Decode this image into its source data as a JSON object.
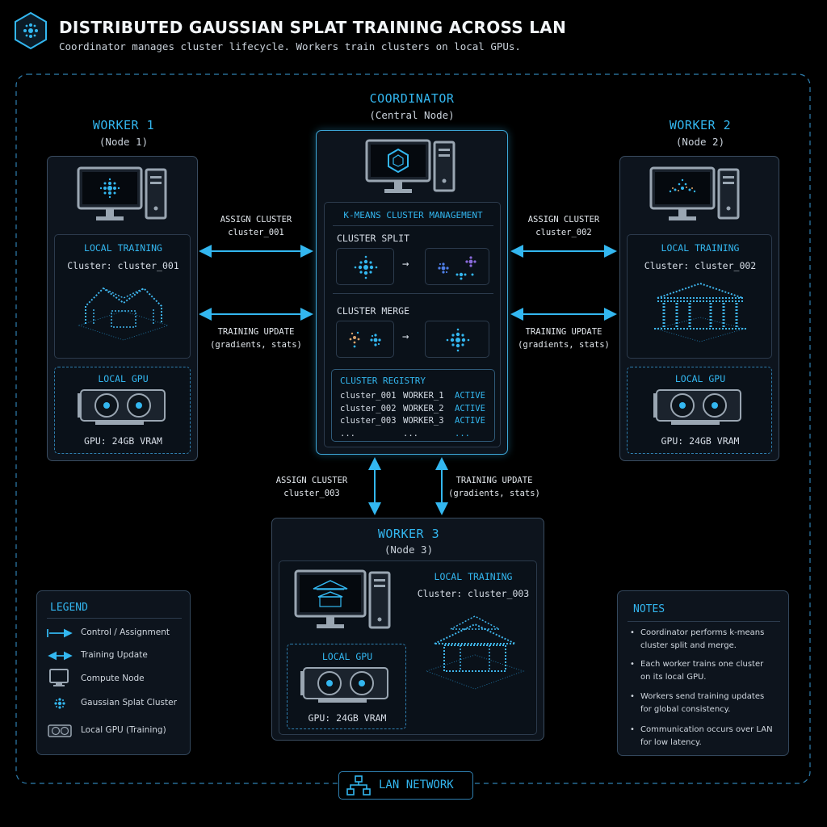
{
  "header": {
    "title": "DISTRIBUTED GAUSSIAN SPLAT TRAINING ACROSS LAN",
    "subtitle": "Coordinator manages cluster lifecycle. Workers train clusters on local GPUs."
  },
  "coordinator": {
    "title": "COORDINATOR",
    "subtitle": "(Central Node)",
    "management_title": "K-MEANS CLUSTER MANAGEMENT",
    "split_label": "CLUSTER SPLIT",
    "merge_label": "CLUSTER MERGE",
    "arrow_glyph": "→",
    "registry": {
      "title": "CLUSTER REGISTRY",
      "rows": [
        {
          "cluster": "cluster_001",
          "worker": "WORKER_1",
          "status": "ACTIVE"
        },
        {
          "cluster": "cluster_002",
          "worker": "WORKER_2",
          "status": "ACTIVE"
        },
        {
          "cluster": "cluster_003",
          "worker": "WORKER_3",
          "status": "ACTIVE"
        },
        {
          "cluster": "...",
          "worker": "...",
          "status": "..."
        }
      ]
    }
  },
  "workers": [
    {
      "title": "WORKER 1",
      "subtitle": "(Node 1)",
      "training_label": "LOCAL TRAINING",
      "cluster_text": "Cluster: cluster_001",
      "gpu_label": "LOCAL GPU",
      "gpu_spec": "GPU: 24GB VRAM"
    },
    {
      "title": "WORKER 2",
      "subtitle": "(Node 2)",
      "training_label": "LOCAL TRAINING",
      "cluster_text": "Cluster: cluster_002",
      "gpu_label": "LOCAL GPU",
      "gpu_spec": "GPU: 24GB VRAM"
    },
    {
      "title": "WORKER 3",
      "subtitle": "(Node 3)",
      "training_label": "LOCAL TRAINING",
      "cluster_text": "Cluster: cluster_003",
      "gpu_label": "LOCAL GPU",
      "gpu_spec": "GPU: 24GB VRAM"
    }
  ],
  "connections": {
    "assign_1": {
      "line1": "ASSIGN CLUSTER",
      "line2": "cluster_001"
    },
    "update_1": {
      "line1": "TRAINING UPDATE",
      "line2": "(gradients, stats)"
    },
    "assign_2": {
      "line1": "ASSIGN CLUSTER",
      "line2": "cluster_002"
    },
    "update_2": {
      "line1": "TRAINING UPDATE",
      "line2": "(gradients, stats)"
    },
    "assign_3": {
      "line1": "ASSIGN CLUSTER",
      "line2": "cluster_003"
    },
    "update_3": {
      "line1": "TRAINING UPDATE",
      "line2": "(gradients, stats)"
    }
  },
  "legend": {
    "title": "LEGEND",
    "items": [
      "Control / Assignment",
      "Training Update",
      "Compute Node",
      "Gaussian Splat Cluster",
      "Local GPU (Training)"
    ]
  },
  "notes": {
    "title": "NOTES",
    "items": [
      {
        "line1": "Coordinator performs k-means",
        "line2": "cluster split and merge."
      },
      {
        "line1": "Each worker trains one cluster",
        "line2": "on its local GPU."
      },
      {
        "line1": "Workers send training updates",
        "line2": "for global consistency."
      },
      {
        "line1": "Communication occurs over LAN",
        "line2": "for low latency."
      }
    ]
  },
  "network": {
    "label": "LAN NETWORK"
  },
  "colors": {
    "accent": "#33b7f0",
    "background": "#000000",
    "panel": "#0d141d",
    "border": "#3a4c60"
  },
  "icons": [
    "splat-hexagon-logo-icon",
    "monitor-icon",
    "tower-icon",
    "gpu-card-icon",
    "network-icon",
    "bidirectional-arrow-icon"
  ]
}
